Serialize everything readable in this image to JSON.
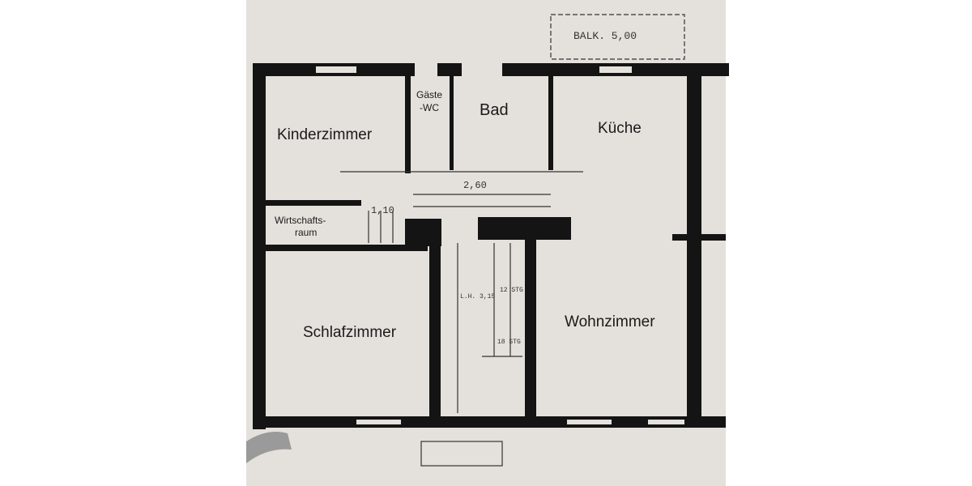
{
  "rooms": {
    "kinderzimmer": "Kinderzimmer",
    "gaeste_wc_1": "Gäste",
    "gaeste_wc_2": "-WC",
    "bad": "Bad",
    "kueche": "Küche",
    "wirtschaftsraum_1": "Wirtschafts-",
    "wirtschaftsraum_2": "raum",
    "schlafzimmer": "Schlafzimmer",
    "wohnzimmer": "Wohnzimmer"
  },
  "dimensions": {
    "balkon": "BALK. 5,00",
    "flur": "2,60",
    "wirtschaft": "1,10",
    "treppe_hoehe": "L.H. 3,15",
    "stufen_oben": "12 STG",
    "stufen_unten": "18 STG"
  },
  "colors": {
    "paper": "#e4e1dc",
    "wall": "#141414"
  }
}
